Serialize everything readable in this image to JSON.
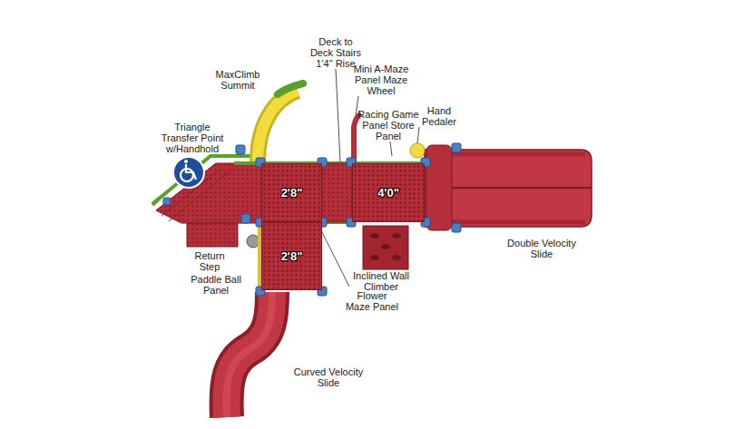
{
  "diagram": {
    "nodes": [
      {
        "text": [
          "2'8\""
        ]
      },
      {
        "text": [
          "4'0\""
        ]
      },
      {
        "text": [
          "2'8\""
        ]
      }
    ],
    "labels": [
      "Deck to Deck Stairs 1'4\" Rise",
      "MaxClimb Summit",
      "Mini A-Maze Panel Maze Wheel",
      "Triangle Transfer Point w/Handhold",
      "Racing Game Panel Store Panel",
      "Hand Pedaler",
      "Return Step",
      "Paddle Ball Panel",
      "Double Velocity Slide",
      "Inclined Wall Climber",
      "Flower Maze Panel",
      "Curved Velocity Slide"
    ]
  }
}
